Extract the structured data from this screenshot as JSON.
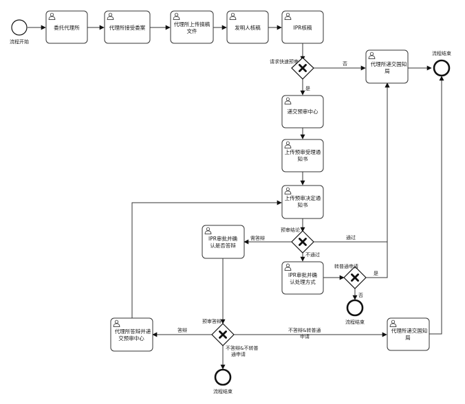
{
  "events": {
    "start": "流程开始",
    "end_top": "流程结束",
    "end_mid": "流程结束",
    "end_bottom": "流程结束"
  },
  "tasks": {
    "t1": "委托代理所",
    "t2": "代理所接受委案",
    "t3a": "代理所上传搞稿",
    "t3b": "文件",
    "t4": "发明人核稿",
    "t5": "IPR核稿",
    "t6a": "代理所递交国知",
    "t6b": "局",
    "t7": "递交预审中心",
    "t8a": "上传预审受理通",
    "t8b": "知书",
    "t9a": "上传预审决定通",
    "t9b": "知书",
    "t10a": "IPR审批并确",
    "t10b": "认是否答辩",
    "t11a": "IPR审批并确",
    "t11b": "认处理方式",
    "t12a": "代理所答辩并递",
    "t12b": "交预审中心",
    "t13a": "代理所递交国知",
    "t13b": "局"
  },
  "edge_labels": {
    "g1": "请求快速预审",
    "no1": "否",
    "yes1": "是",
    "g2": "预审结论",
    "reject": "需答辩",
    "pass": "通过",
    "nopass": "不通过",
    "g3": "转普通申请",
    "yes3": "是",
    "no3": "否",
    "g4": "预审答辩",
    "defend": "答辩",
    "to_normal_a": "不答辩&转普通",
    "to_normal_b": "申请",
    "no_normal_a": "不答辩&不转普",
    "no_normal_b": "通申请"
  }
}
